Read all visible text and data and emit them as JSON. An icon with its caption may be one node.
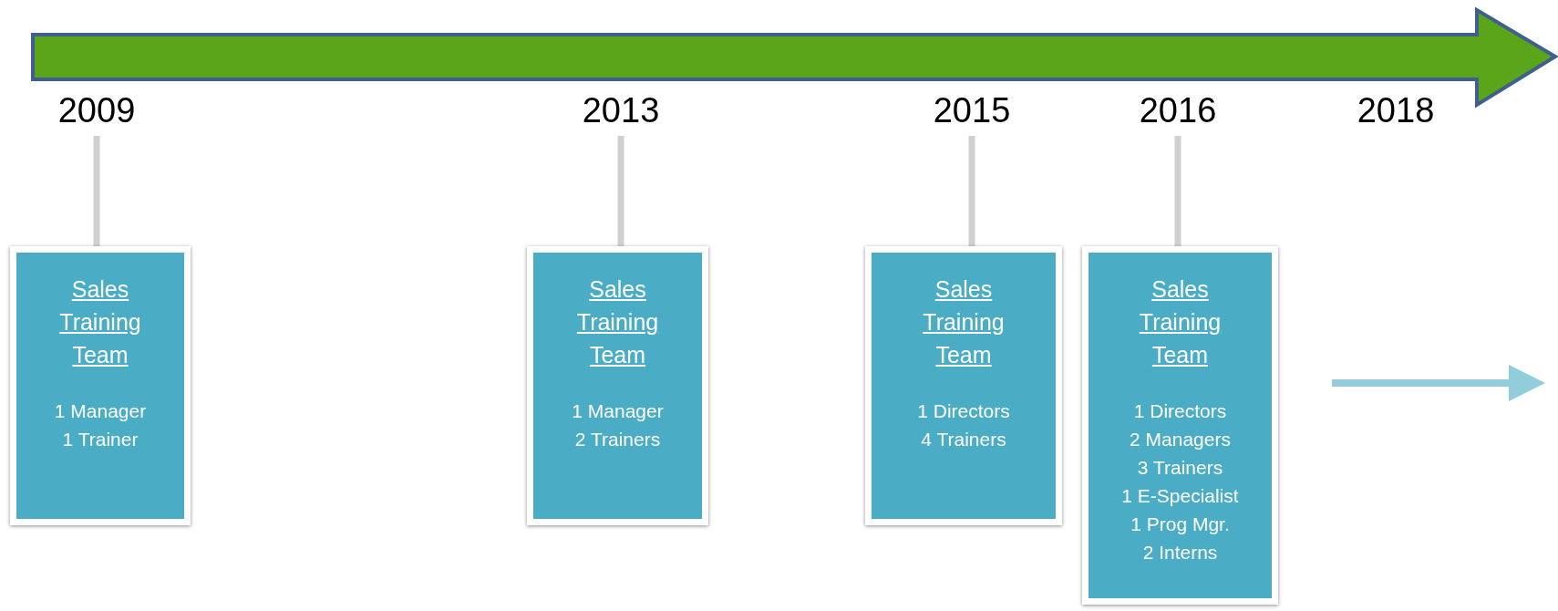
{
  "diagram": {
    "nodes": [
      {
        "text": [
          "2009"
        ]
      },
      {
        "text": [
          "2013"
        ]
      },
      {
        "text": [
          "2015"
        ]
      },
      {
        "text": [
          "2016"
        ]
      },
      {
        "text": [
          "2018"
        ]
      },
      {
        "text": [
          "Sales Training Team",
          "1 Manager 1 Trainer"
        ]
      },
      {
        "text": [
          "Sales Training Team",
          "1 Manager 2 Trainers"
        ]
      },
      {
        "text": [
          "Sales Training Team",
          "1 Directors 4 Trainers"
        ]
      },
      {
        "text": [
          "Sales Training Team",
          "1 Directors 2 Managers 3 Trainers 1 E-Specialist 1 Prog Mgr. 2 Interns"
        ]
      }
    ],
    "edges": [
      {
        "from": 0,
        "to": 5,
        "arrow": "none"
      },
      {
        "from": 1,
        "to": 6,
        "arrow": "none"
      },
      {
        "from": 2,
        "to": 7,
        "arrow": "none"
      },
      {
        "from": 3,
        "to": 8,
        "arrow": "none"
      }
    ]
  }
}
